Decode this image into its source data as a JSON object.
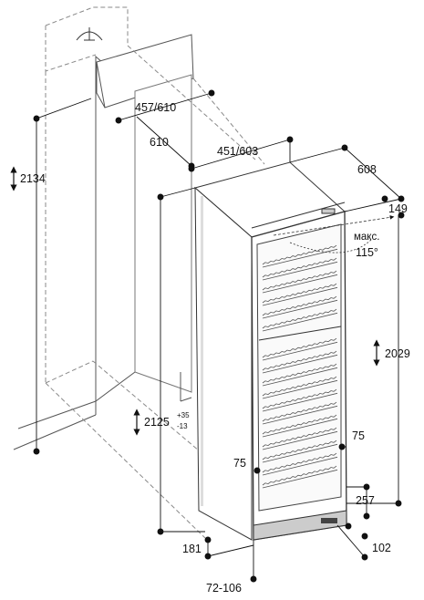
{
  "dimensions": {
    "niche_height": "2134",
    "niche_depth": "457/610",
    "niche_depth_full": "610",
    "appliance_width": "451/603",
    "appliance_depth": "608",
    "door_top_offset": "149",
    "door_angle_prefix": "макс.",
    "door_angle": "115°",
    "appliance_height": "2029",
    "installed_height": "2125",
    "installed_height_tol_plus": "+35",
    "installed_height_tol_minus": "-13",
    "handle_left": "75",
    "handle_right": "75",
    "plinth_height": "257",
    "plinth_depth": "102",
    "base_depth": "181",
    "foot_adjust": "72-106"
  }
}
